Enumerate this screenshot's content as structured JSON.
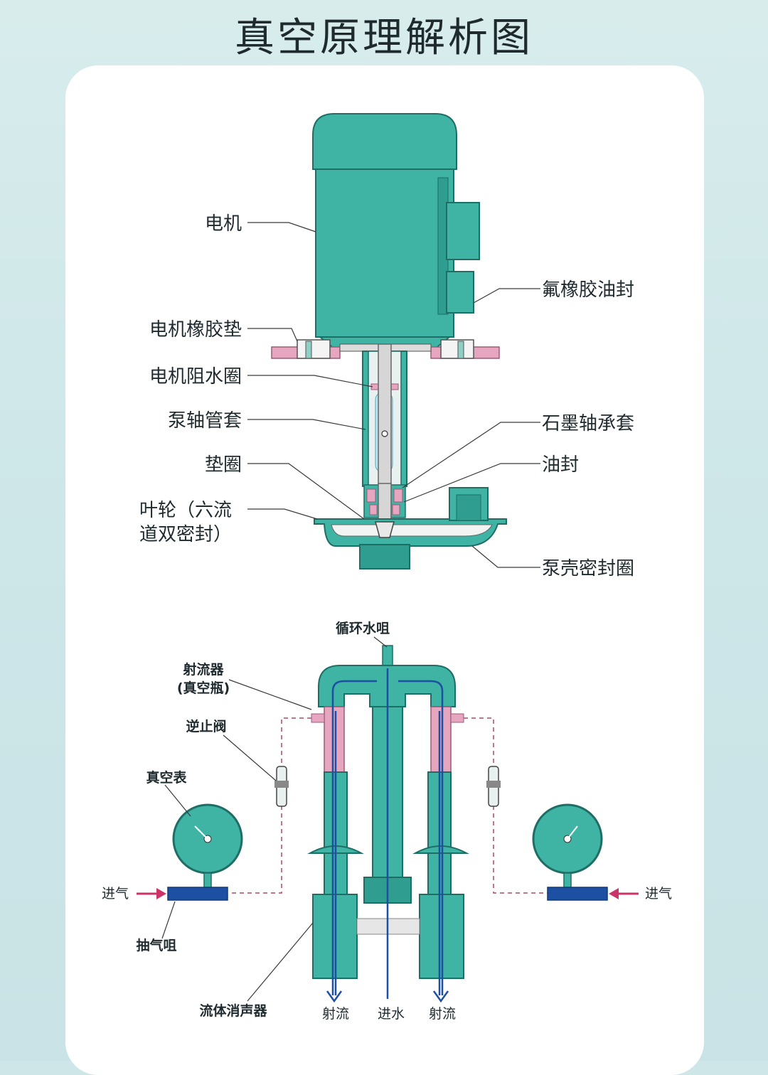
{
  "title": "真空原理解析图",
  "colors": {
    "teal": "#3fb3a4",
    "teal_dark": "#2b8f84",
    "pink": "#e6a6bf",
    "blue": "#1d4fa3",
    "arrow_red": "#cc3366",
    "leader": "#3a3a3a"
  },
  "pump": {
    "motor": "电机",
    "fluororubber_seal": "氟橡胶油封",
    "motor_rubber_pad": "电机橡胶垫",
    "motor_water_ring": "电机阻水圈",
    "shaft_sleeve": "泵轴管套",
    "graphite_bearing": "石墨轴承套",
    "washer": "垫圈",
    "oil_seal": "油封",
    "impeller_line1": "叶轮（六流",
    "impeller_line2": "道双密封）",
    "housing_seal": "泵壳密封圈"
  },
  "system": {
    "nozzle": "循环水咀",
    "ejector_line1": "射流器",
    "ejector_line2": "(真空瓶)",
    "check_valve": "逆止阀",
    "vacuum_gauge": "真空表",
    "air_in_left": "进气",
    "air_in_right": "进气",
    "suction_nozzle": "抽气咀",
    "muffler": "流体消声器",
    "jet_left": "射流",
    "water_in": "进水",
    "jet_right": "射流"
  }
}
